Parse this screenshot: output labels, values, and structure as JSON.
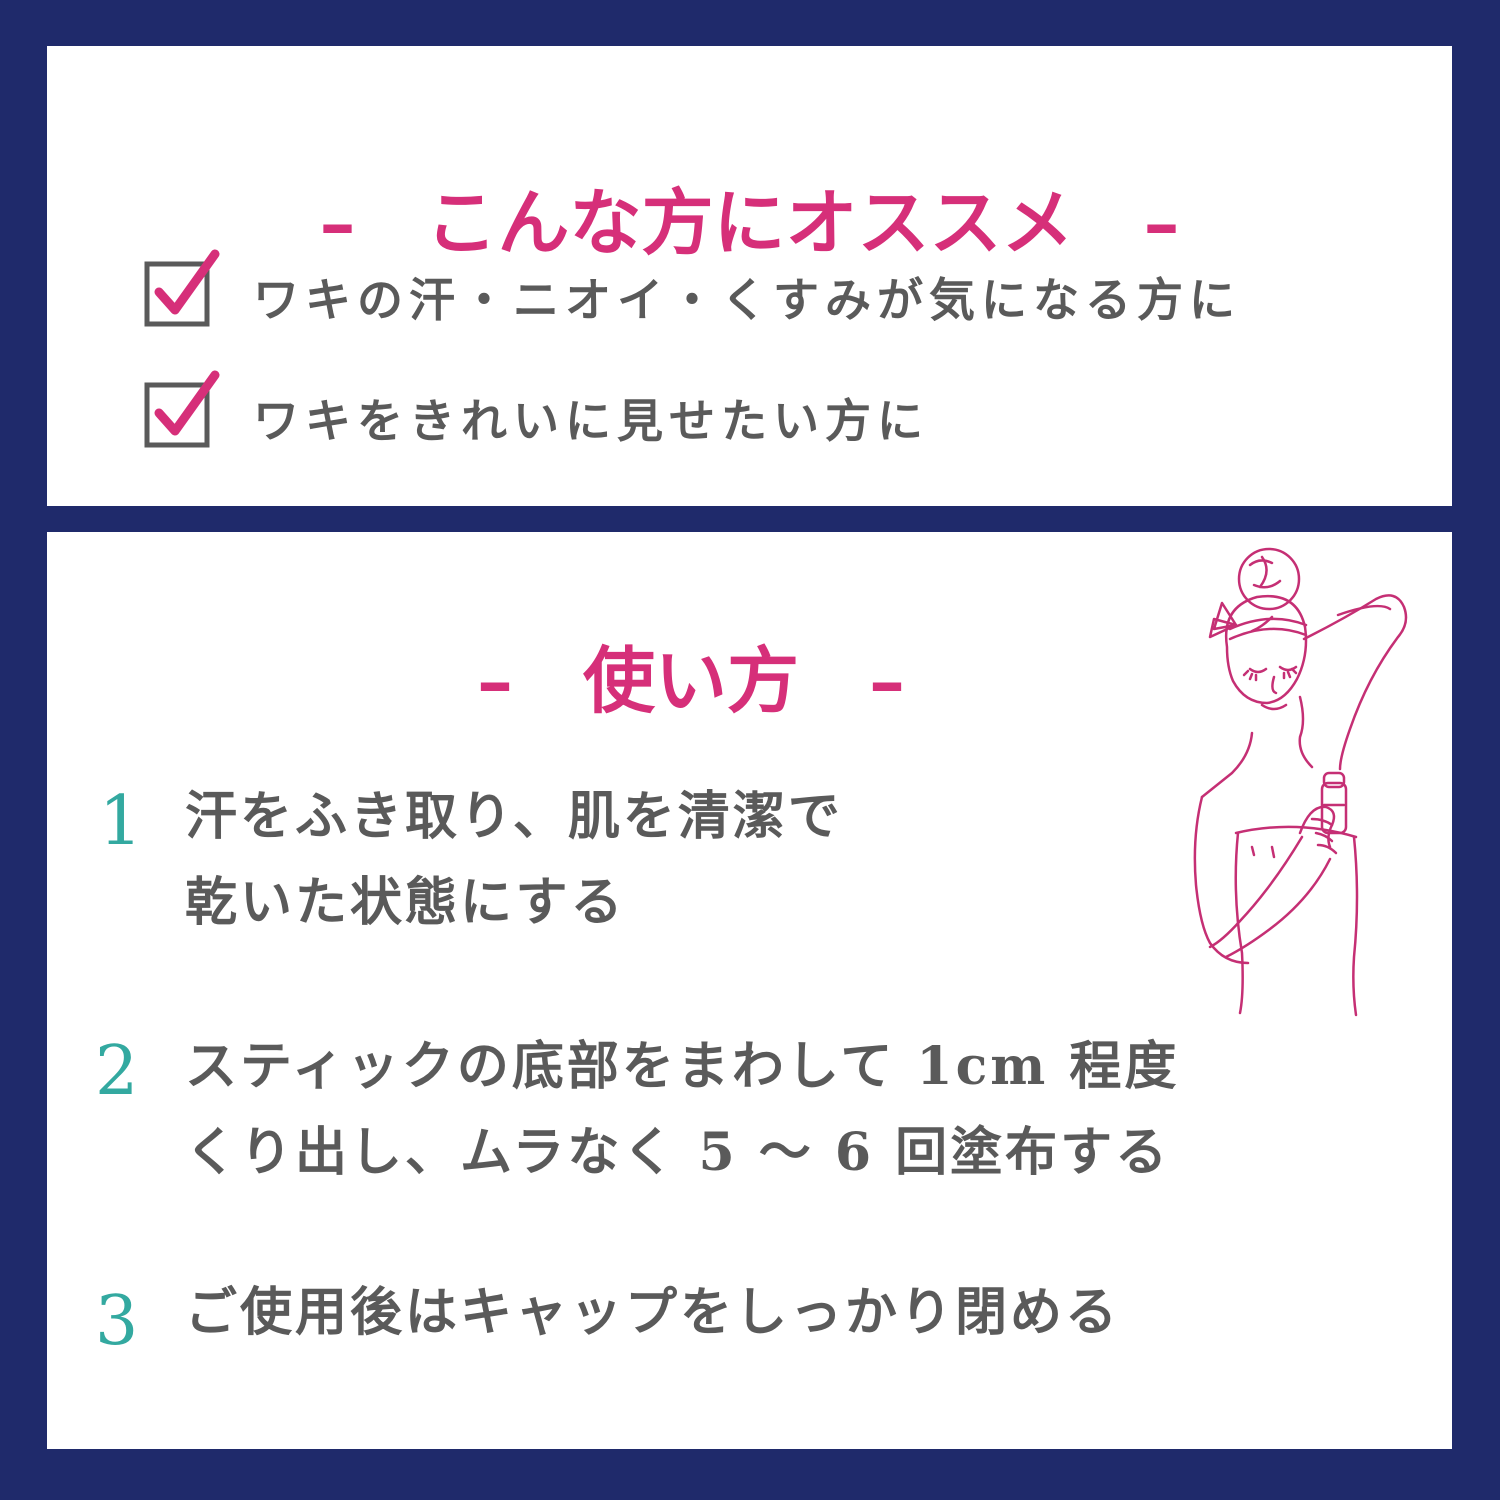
{
  "colors": {
    "background": "#1f2a6b",
    "panel": "#ffffff",
    "accent": "#d62f79",
    "step_number": "#33a9a0",
    "body_text": "#5a5a5a",
    "illustration_line": "#c52f74"
  },
  "recommend": {
    "dash_left": "–",
    "title": "こんな方にオススメ",
    "dash_right": "–",
    "items": [
      {
        "icon": "checkbox-checked-icon",
        "text": "ワキの汗・ニオイ・くすみが気になる方に"
      },
      {
        "icon": "checkbox-checked-icon",
        "text": "ワキをきれいに見せたい方に"
      }
    ]
  },
  "usage": {
    "dash_left": "–",
    "title": "使い方",
    "dash_right": "–",
    "illustration": "woman-applying-deodorant-stick",
    "steps": [
      {
        "number": "1",
        "lines": [
          "汗をふき取り、肌を清潔で",
          "乾いた状態にする"
        ]
      },
      {
        "number": "2",
        "lines": [
          "スティックの底部をまわして 1cm 程度",
          "くり出し、ムラなく 5 ～ 6 回塗布する"
        ]
      },
      {
        "number": "3",
        "lines": [
          "ご使用後はキャップをしっかり閉める"
        ]
      }
    ]
  }
}
